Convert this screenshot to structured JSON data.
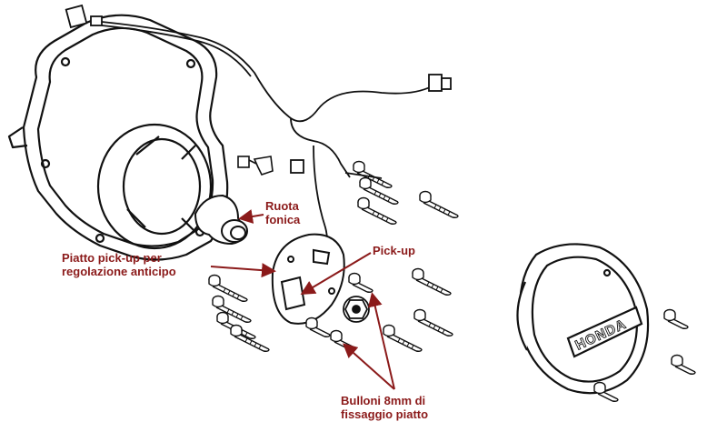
{
  "labels": {
    "ruota": [
      "Ruota",
      "fonica"
    ],
    "piatto": [
      "Piatto pick-up per",
      "regolazione anticipo"
    ],
    "pickup": [
      "Pick-up"
    ],
    "bulloni": [
      "Bulloni 8mm di",
      "fissaggio piatto"
    ]
  },
  "cover_logo": "HONDA",
  "colors": {
    "label": "#8b1a1a",
    "arrow": "#8b1a1a",
    "drawing": "#111111",
    "background": "#ffffff"
  }
}
